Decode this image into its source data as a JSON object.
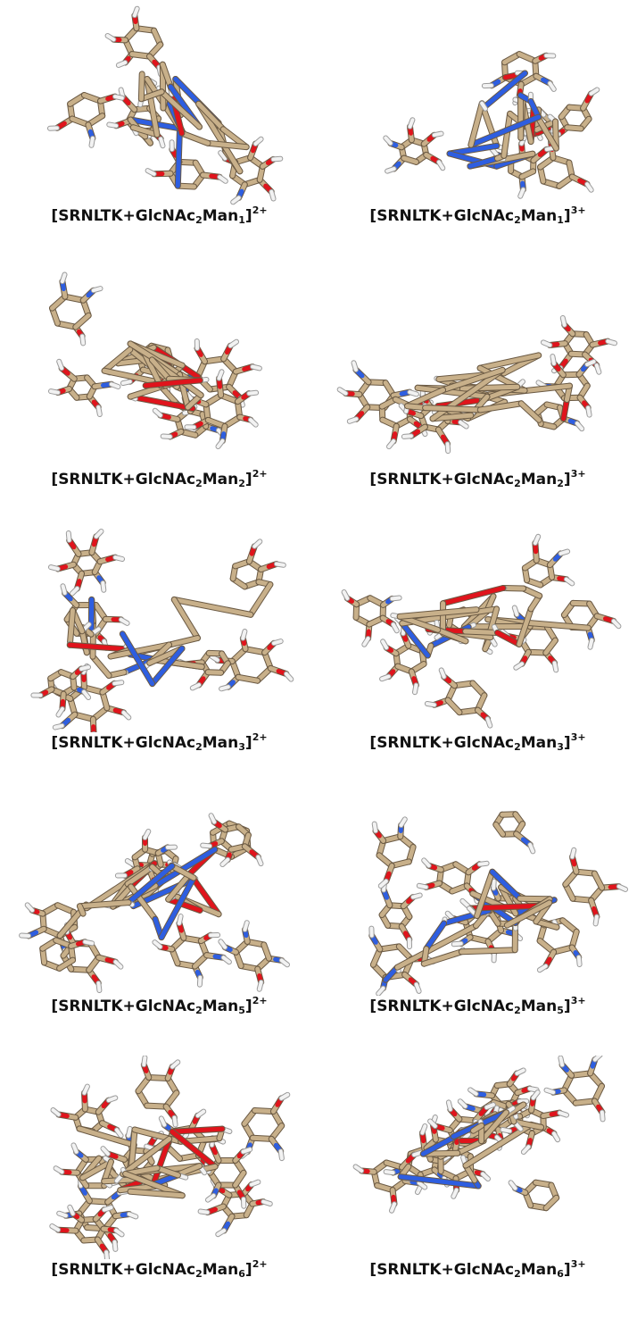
{
  "figure": {
    "colors": {
      "carbon": "#c8b08a",
      "oxygen": "#e0141c",
      "nitrogen": "#2e5ee0",
      "hydrogen": "#f2f2f2",
      "caption": "#111111"
    },
    "panels": [
      {
        "id": "man1-2",
        "row": 0,
        "col": 0,
        "label": {
          "base": "[SRNLTK+GlcNAc",
          "sub1": "2",
          "mid": "Man",
          "sub2": "1",
          "close": "]",
          "charge": "2+"
        }
      },
      {
        "id": "man1-3",
        "row": 0,
        "col": 1,
        "label": {
          "base": "[SRNLTK+GlcNAc",
          "sub1": "2",
          "mid": "Man",
          "sub2": "1",
          "close": "]",
          "charge": "3+"
        }
      },
      {
        "id": "man2-2",
        "row": 1,
        "col": 0,
        "label": {
          "base": "[SRNLTK+GlcNAc",
          "sub1": "2",
          "mid": "Man",
          "sub2": "2",
          "close": "]",
          "charge": "2+"
        }
      },
      {
        "id": "man2-3",
        "row": 1,
        "col": 1,
        "label": {
          "base": "[SRNLTK+GlcNAc",
          "sub1": "2",
          "mid": "Man",
          "sub2": "2",
          "close": "]",
          "charge": "3+"
        }
      },
      {
        "id": "man3-2",
        "row": 2,
        "col": 0,
        "label": {
          "base": "[SRNLTK+GlcNAc",
          "sub1": "2",
          "mid": "Man",
          "sub2": "3",
          "close": "]",
          "charge": "2+"
        }
      },
      {
        "id": "man3-3",
        "row": 2,
        "col": 1,
        "label": {
          "base": "[SRNLTK+GlcNAc",
          "sub1": "2",
          "mid": "Man",
          "sub2": "3",
          "close": "]",
          "charge": "3+"
        }
      },
      {
        "id": "man5-2",
        "row": 3,
        "col": 0,
        "label": {
          "base": "[SRNLTK+GlcNAc",
          "sub1": "2",
          "mid": "Man",
          "sub2": "5",
          "close": "]",
          "charge": "2+"
        }
      },
      {
        "id": "man5-3",
        "row": 3,
        "col": 1,
        "label": {
          "base": "[SRNLTK+GlcNAc",
          "sub1": "2",
          "mid": "Man",
          "sub2": "5",
          "close": "]",
          "charge": "3+"
        }
      },
      {
        "id": "man6-2",
        "row": 4,
        "col": 0,
        "label": {
          "base": "[SRNLTK+GlcNAc",
          "sub1": "2",
          "mid": "Man",
          "sub2": "6",
          "close": "]",
          "charge": "2+"
        }
      },
      {
        "id": "man6-3",
        "row": 4,
        "col": 1,
        "label": {
          "base": "[SRNLTK+GlcNAc",
          "sub1": "2",
          "mid": "Man",
          "sub2": "6",
          "close": "]",
          "charge": "3+"
        }
      }
    ]
  }
}
